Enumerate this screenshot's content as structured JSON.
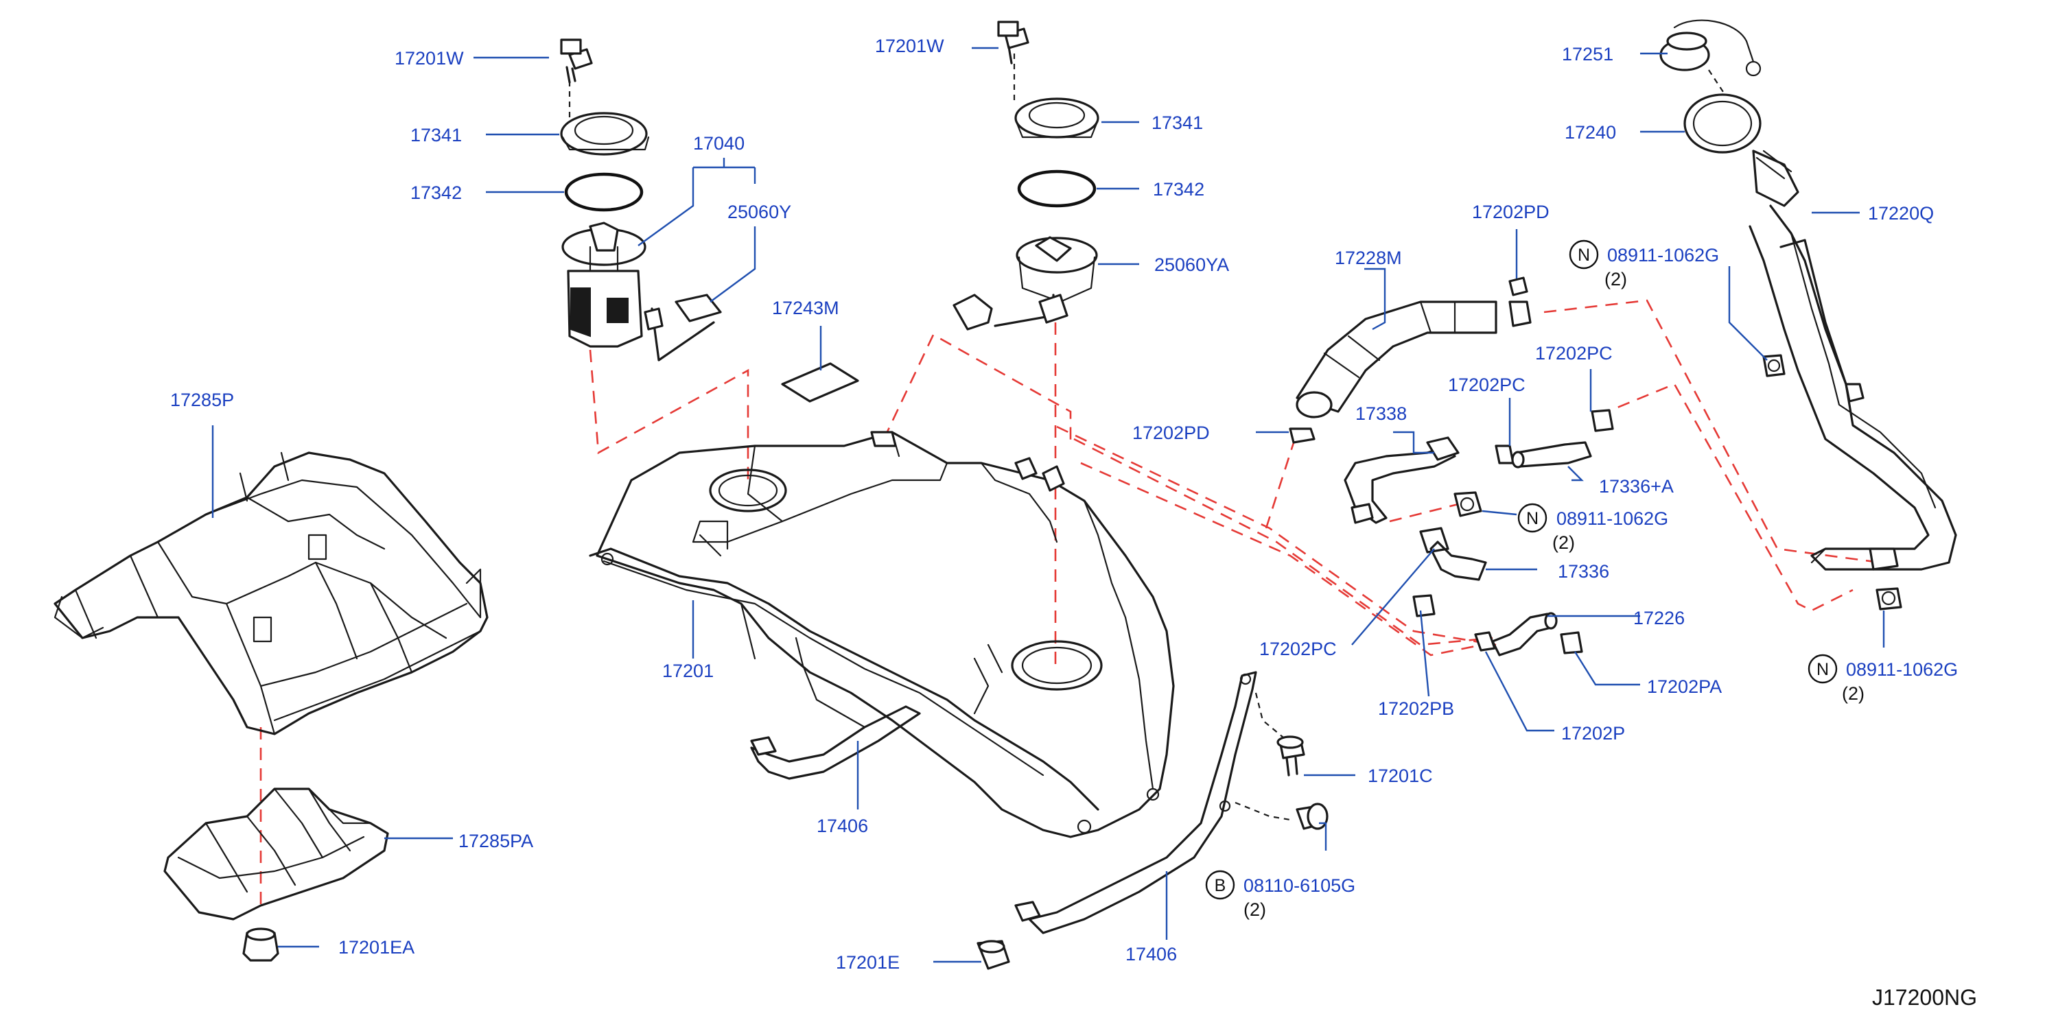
{
  "diagram_code": "J17200NG",
  "labels": {
    "l_17201W_a": "17201W",
    "l_17341_a": "17341",
    "l_17342_a": "17342",
    "l_17040": "17040",
    "l_25060Y": "25060Y",
    "l_17201W_b": "17201W",
    "l_17341_b": "17341",
    "l_17342_b": "17342",
    "l_25060YA": "25060YA",
    "l_17243M": "17243M",
    "l_17251": "17251",
    "l_17240": "17240",
    "l_17220Q": "17220Q",
    "l_17228M": "17228M",
    "l_17202PD_a": "17202PD",
    "l_17202PD_b": "17202PD",
    "l_08911_a": "08911-1062G",
    "l_17202PC_a": "17202PC",
    "l_17202PC_b": "17202PC",
    "l_17338": "17338",
    "l_17336A": "17336+A",
    "l_08911_b": "08911-1062G",
    "l_17336": "17336",
    "l_17226": "17226",
    "l_17202PC_c": "17202PC",
    "l_17202PA": "17202PA",
    "l_17202PB": "17202PB",
    "l_17202P": "17202P",
    "l_08911_c": "08911-1062G",
    "l_17285P": "17285P",
    "l_17201": "17201",
    "l_17285PA": "17285PA",
    "l_17201EA": "17201EA",
    "l_17406_a": "17406",
    "l_17406_b": "17406",
    "l_17201C": "17201C",
    "l_08110": "08110-6105G",
    "l_17201E": "17201E"
  },
  "quantities": {
    "q_08911_a": "(2)",
    "q_08911_b": "(2)",
    "q_08911_c": "(2)",
    "q_08110": "(2)"
  },
  "symbols": {
    "s_08911_a": "N",
    "s_08911_b": "N",
    "s_08911_c": "N",
    "s_08110": "B"
  }
}
